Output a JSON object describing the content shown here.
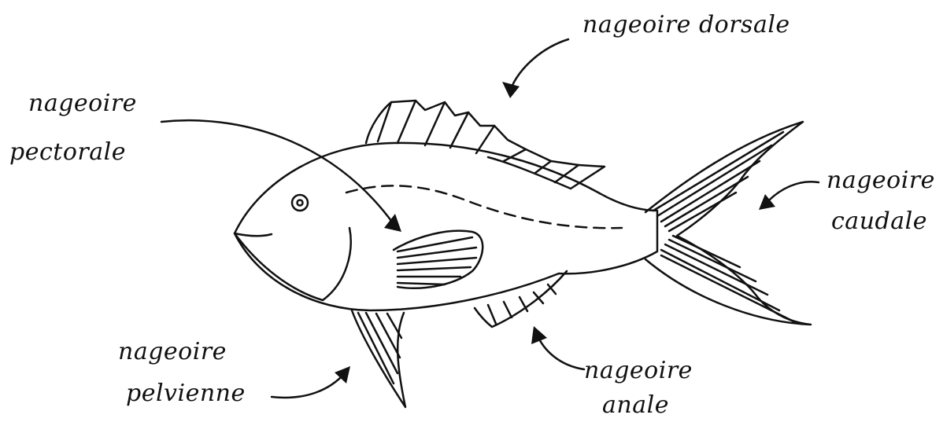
{
  "labels": {
    "dorsal": "nageoire dorsale",
    "pectoral_1": "nageoire",
    "pectoral_2": "pectorale",
    "caudal_1": "nageoire",
    "caudal_2": "caudale",
    "pelvic_1": "nageoire",
    "pelvic_2": "pelvienne",
    "anal_1": "nageoire",
    "anal_2": "anale"
  },
  "colors": {
    "ink": "#111111",
    "paper": "#ffffff"
  }
}
